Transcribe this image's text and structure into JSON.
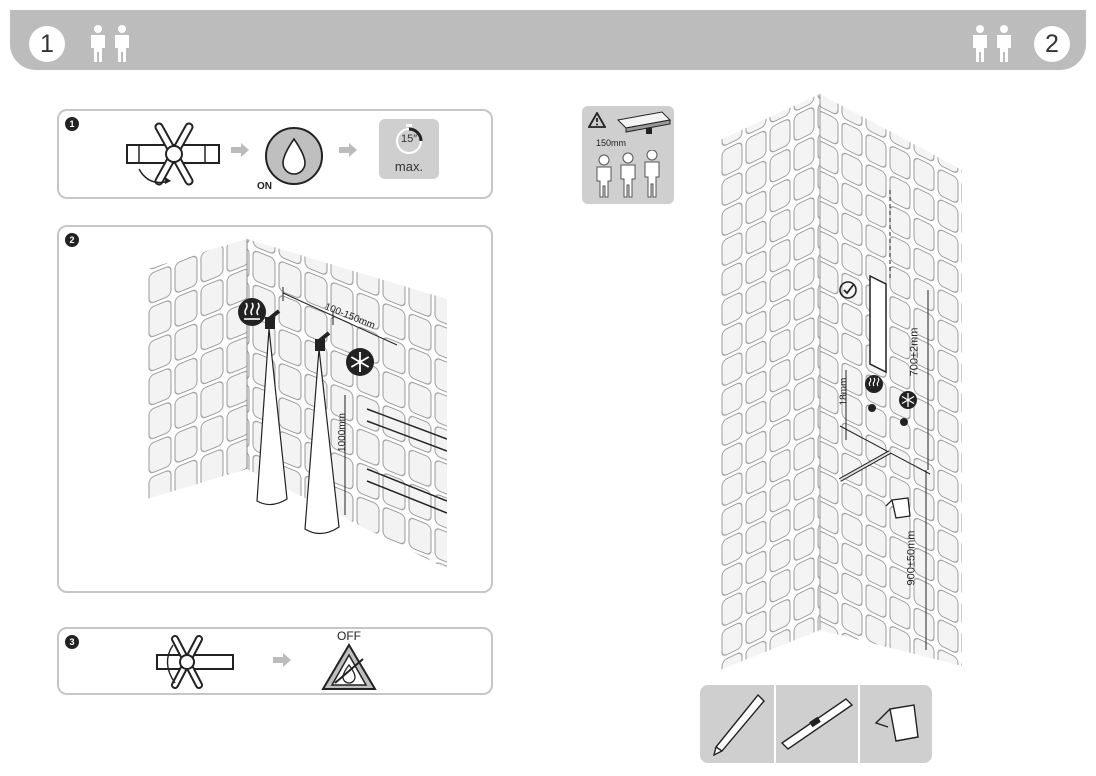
{
  "header": {
    "step_left": "1",
    "step_right": "2",
    "left_icon": "two-persons-icon",
    "right_icon": "two-persons-icon"
  },
  "panel1": {
    "number": "1",
    "on_label": "ON",
    "timer_value": "15″",
    "timer_max": "max.",
    "icons": [
      "valve-open-icon",
      "arrow-icon",
      "water-drop-icon",
      "arrow-icon",
      "timer-icon"
    ]
  },
  "panel2": {
    "number": "2",
    "spacing_label": "100-150mm",
    "height_label": "1000mm",
    "hot_icon": "hot-water-icon",
    "cold_icon": "cold-water-icon"
  },
  "panel3": {
    "number": "3",
    "off_label": "OFF",
    "icons": [
      "valve-close-icon",
      "arrow-icon",
      "warning-no-water-icon"
    ]
  },
  "warning_card": {
    "clearance_label": "150mm",
    "icons": [
      "warning-icon",
      "shower-head-icon",
      "three-persons-icon"
    ]
  },
  "wall_diagram": {
    "label_18": "18mm",
    "label_700": "700±2mm",
    "label_900": "900±50mm",
    "icons": [
      "checkmark-icon",
      "hot-water-icon",
      "cold-water-icon",
      "tape-measure-icon"
    ]
  },
  "tools": {
    "items": [
      "pencil-icon",
      "spirit-level-icon",
      "tape-measure-icon"
    ]
  },
  "colors": {
    "header_bg": "#bcbcbc",
    "panel_border": "#c6c6c6",
    "ink": "#222222",
    "tile_stroke": "#9a9a9a"
  }
}
